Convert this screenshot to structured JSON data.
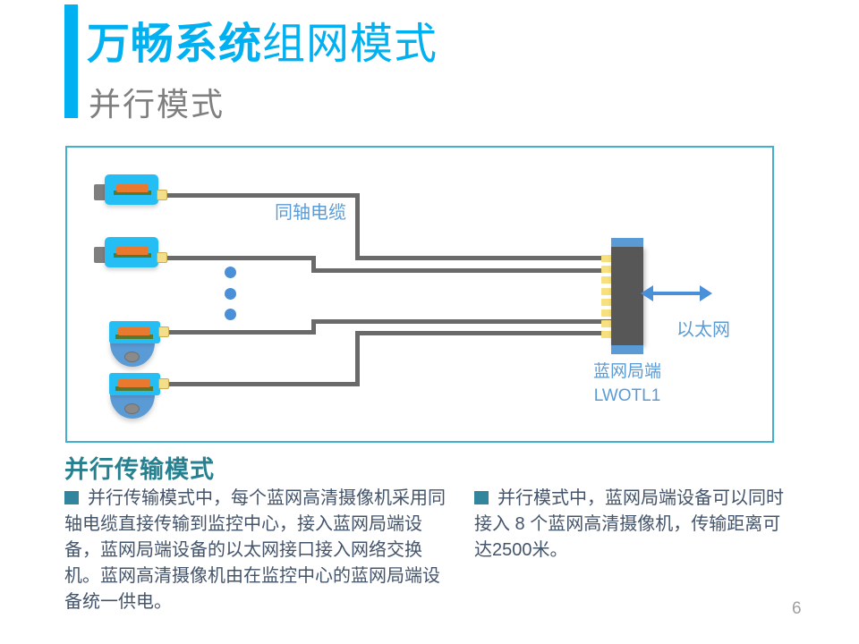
{
  "slide": {
    "title": {
      "bold": "万畅系统",
      "regular": "组网模式"
    },
    "subtitle": "并行模式",
    "page_number": "6"
  },
  "diagram": {
    "labels": {
      "coax": "同轴电缆",
      "ethernet": "以太网",
      "device_name": "蓝网局端",
      "device_model": "LWOTL1"
    },
    "camera_count_shown": 4,
    "ellipsis_dots": 3
  },
  "section": {
    "heading": "并行传输模式",
    "bullets": [
      {
        "text": "并行传输模式中，每个蓝网高清摄像机采用同轴电缆直接传输到监控中心，接入蓝网局端设备，蓝网局端设备的以太网接口接入网络交换机。蓝网高清摄像机由在监控中心的蓝网局端设备统一供电。"
      },
      {
        "text": "并行模式中，蓝网局端设备可以同时接入 8 个蓝网高清摄像机，传输距离可达2500米。"
      }
    ]
  },
  "colors": {
    "accent_cyan": "#00B0F0",
    "subtitle_gray": "#7F7F7F",
    "frame_border": "#3FB1CE",
    "label_blue": "#5B9BD5",
    "heading_teal": "#26808F",
    "body_text": "#44546A",
    "bullet_square": "#31859C",
    "cable_gray": "#6A6A6A",
    "camera_cyan": "#24BDF4",
    "camera_orange": "#E8792E",
    "connector_yellow": "#F3DF8A",
    "device_dark": "#575757",
    "arrow_blue": "#4A90D9"
  }
}
